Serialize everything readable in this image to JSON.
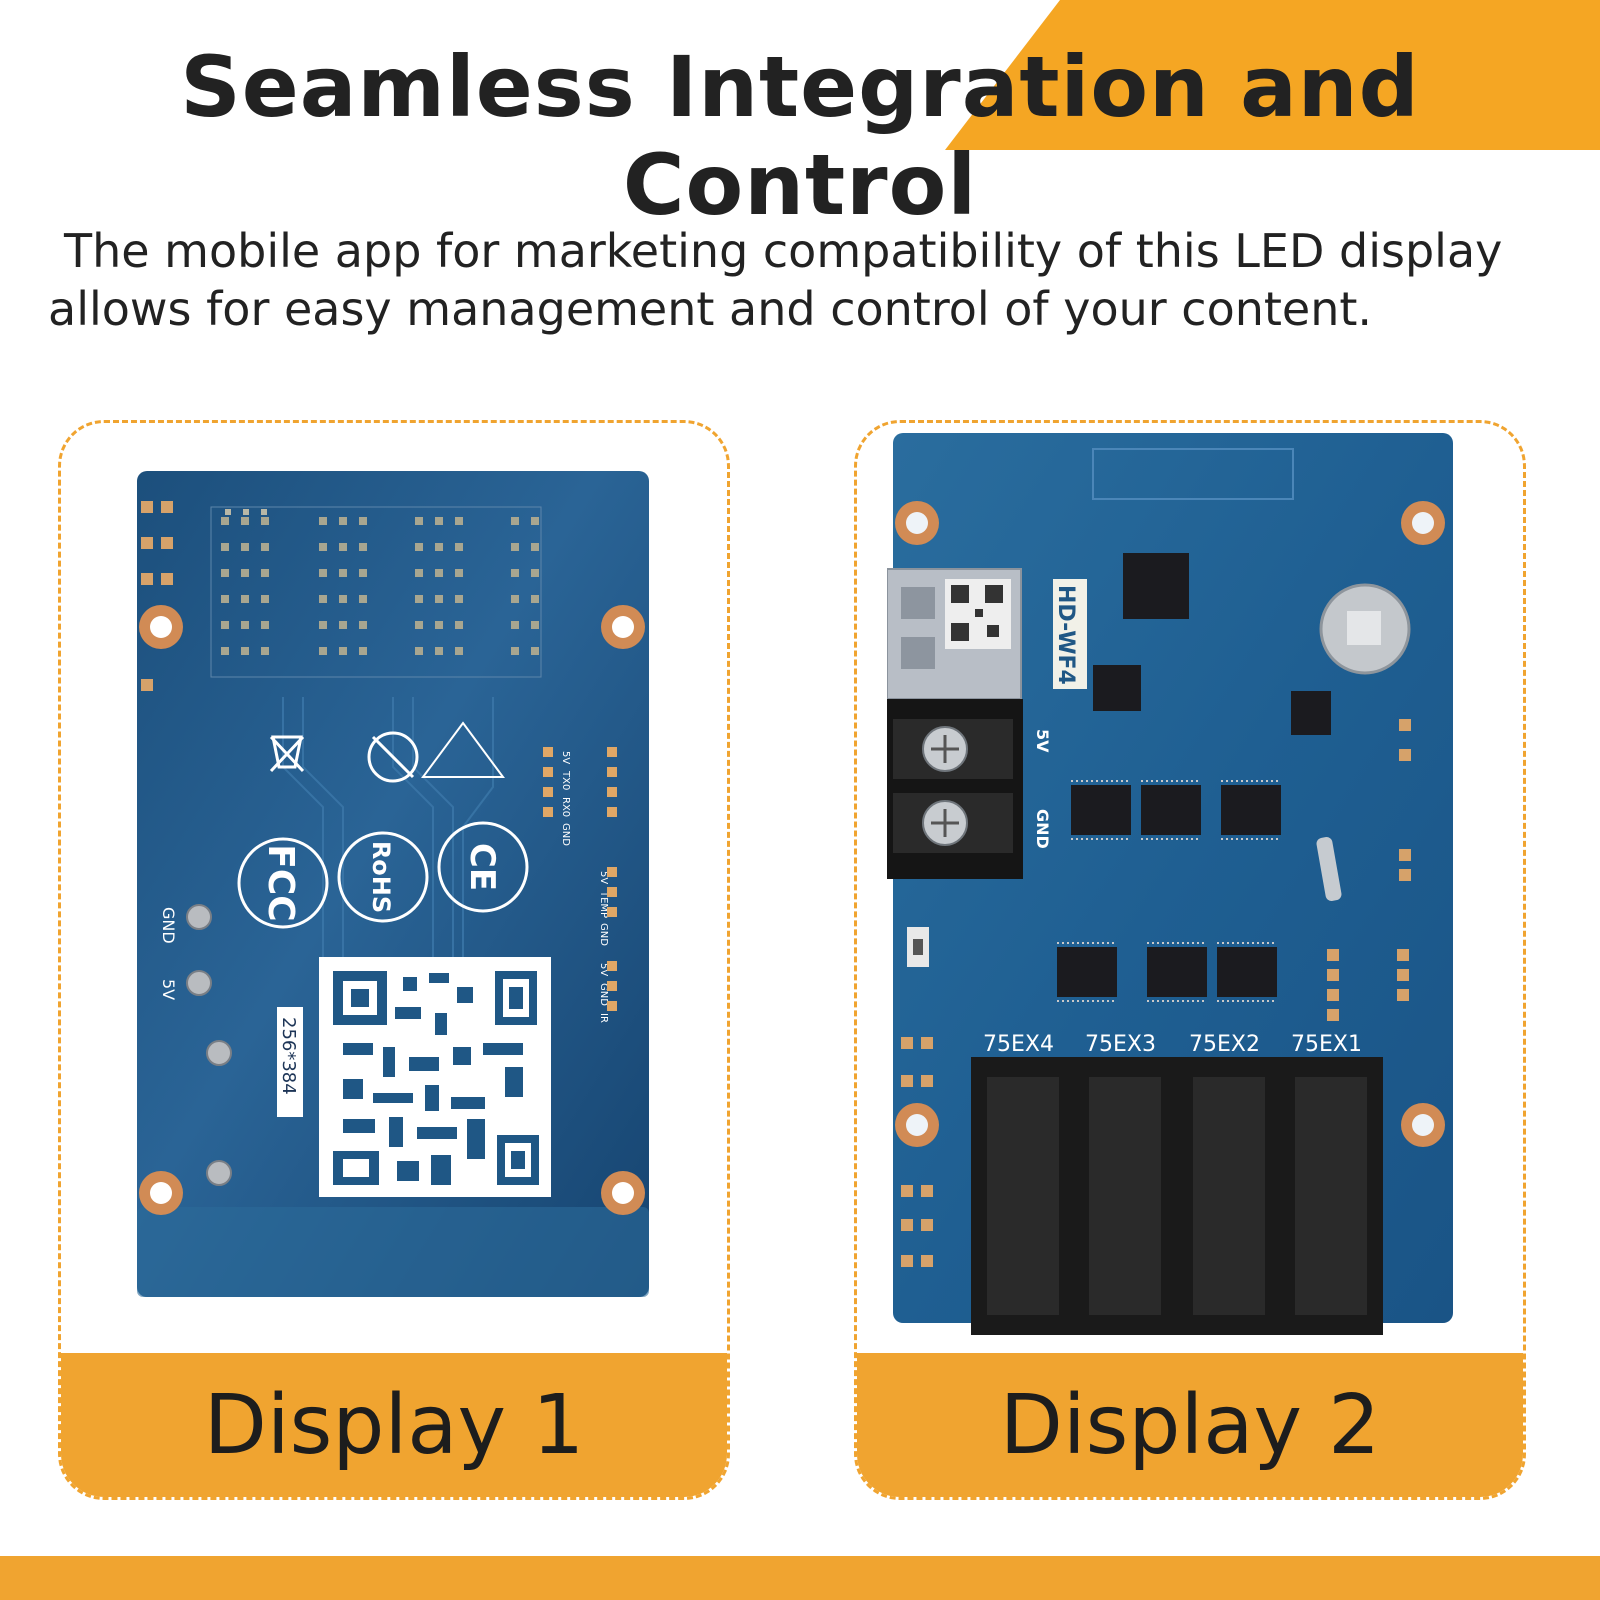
{
  "header": {
    "title": "Seamless Integration and Control",
    "accent_color": "#f5a623"
  },
  "description": {
    "line1": "The mobile app for marketing compatibility of this LED display",
    "line2": "allows for easy management and control of your content."
  },
  "panels": [
    {
      "label": "Display 1",
      "board": {
        "markings": [
          "FCC",
          "RoHS",
          "CE",
          "256*384",
          "GND",
          "5V"
        ],
        "pin_labels": [
          "5V",
          "TX0",
          "RX0",
          "GND",
          "5V",
          "TEMP",
          "GND",
          "5V",
          "GND",
          "IR"
        ]
      }
    },
    {
      "label": "Display 2",
      "board": {
        "model": "HD-WF4",
        "markings": [
          "5V",
          "GND"
        ],
        "connectors": [
          "75EX4",
          "75EX3",
          "75EX2",
          "75EX1"
        ]
      }
    }
  ],
  "colors": {
    "orange": "#f0a430",
    "pcb_blue": "#1f5785",
    "dashed_border": "#f0a430"
  }
}
